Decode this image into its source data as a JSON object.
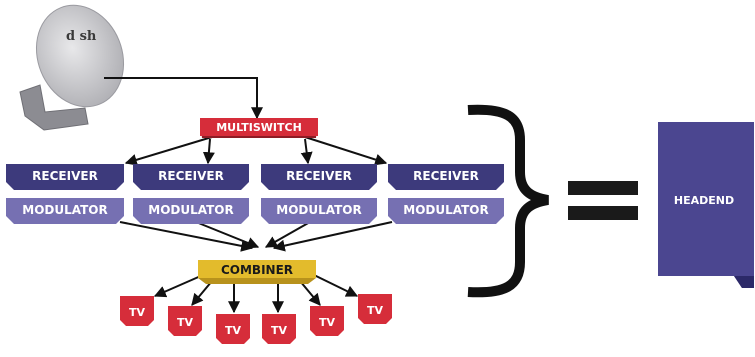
{
  "dish": {
    "logo_text": "d sh"
  },
  "multiswitch": {
    "label": "MULTISWITCH"
  },
  "receivers": [
    {
      "receiver_label": "RECEIVER",
      "modulator_label": "MODULATOR"
    },
    {
      "receiver_label": "RECEIVER",
      "modulator_label": "MODULATOR"
    },
    {
      "receiver_label": "RECEIVER",
      "modulator_label": "MODULATOR"
    },
    {
      "receiver_label": "RECEIVER",
      "modulator_label": "MODULATOR"
    }
  ],
  "combiner": {
    "label": "COMBINER"
  },
  "tvs": [
    {
      "label": "TV"
    },
    {
      "label": "TV"
    },
    {
      "label": "TV"
    },
    {
      "label": "TV"
    },
    {
      "label": "TV"
    },
    {
      "label": "TV"
    }
  ],
  "equals_symbol": "=",
  "headend": {
    "label": "HEADEND"
  },
  "colors": {
    "receiver": "#3d3a7c",
    "modulator": "#7670b2",
    "multiswitch": "#d62d3a",
    "combiner": "#e3bb2c",
    "tv": "#d62d3a",
    "headend": "#4b4690",
    "dish": "#c9c9cc"
  }
}
